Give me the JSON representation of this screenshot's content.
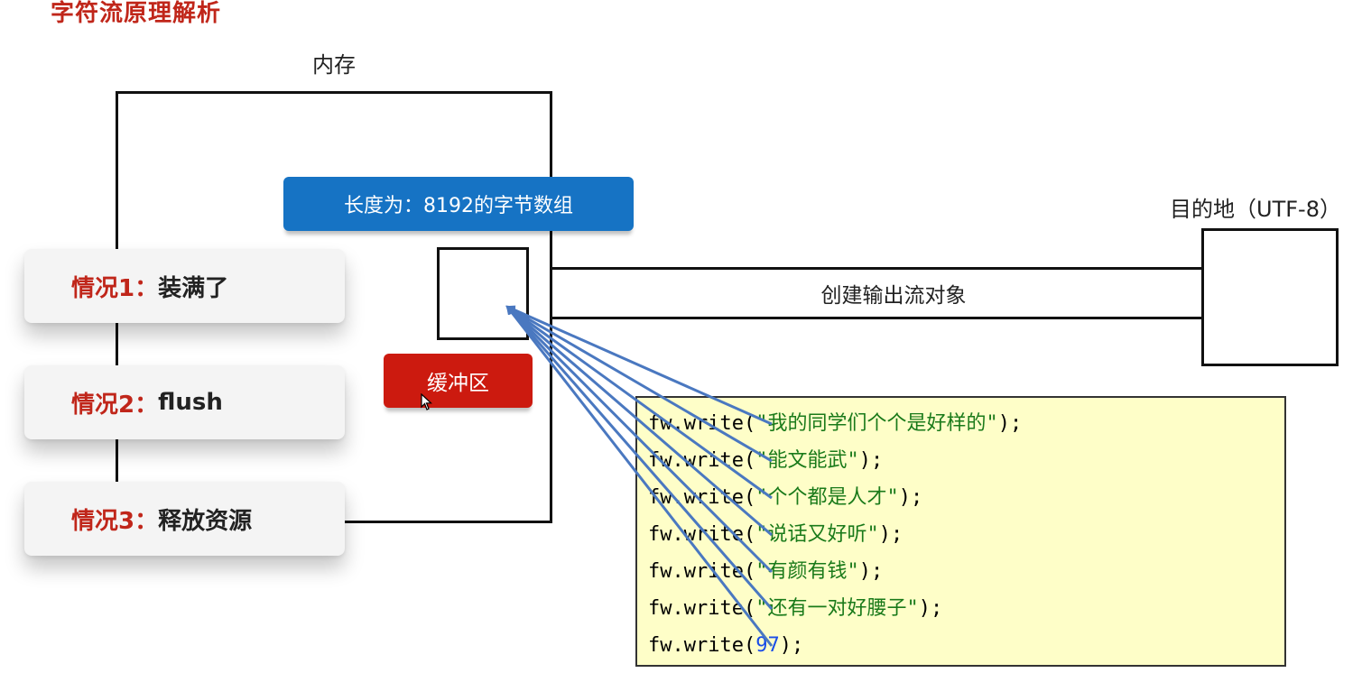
{
  "title": "字符流原理解析",
  "memory_label": "内存",
  "destination_label": "目的地（UTF-8）",
  "stream_label": "创建输出流对象",
  "buffer_array_label": "长度为：8192的字节数组",
  "buffer_label": "缓冲区",
  "cases": [
    {
      "name": "情况1：",
      "desc": "装满了"
    },
    {
      "name": "情况2：",
      "desc": "flush"
    },
    {
      "name": "情况3：",
      "desc": "释放资源"
    }
  ],
  "code_lines": [
    {
      "prefix": "fw.write(",
      "arg": "\"我的同学们个个是好样的\"",
      "suffix": ");",
      "arg_type": "string"
    },
    {
      "prefix": "fw.write(",
      "arg": "\"能文能武\"",
      "suffix": ");",
      "arg_type": "string"
    },
    {
      "prefix": "fw.write(",
      "arg": "\"个个都是人才\"",
      "suffix": ");",
      "arg_type": "string"
    },
    {
      "prefix": "fw.write(",
      "arg": "\"说话又好听\"",
      "suffix": ");",
      "arg_type": "string"
    },
    {
      "prefix": "fw.write(",
      "arg": "\"有颜有钱\"",
      "suffix": ");",
      "arg_type": "string"
    },
    {
      "prefix": "fw.write(",
      "arg": "\"还有一对好腰子\"",
      "suffix": ");",
      "arg_type": "string"
    },
    {
      "prefix": "fw.write(",
      "arg": "97",
      "suffix": ");",
      "arg_type": "number"
    }
  ],
  "colors": {
    "title_red": "#c0261a",
    "label_blue": "#1673c4",
    "buffer_red": "#cc1a0f",
    "arrow_blue": "#4a78c0",
    "code_bg": "#fefec8",
    "string_green": "#1a7a1a",
    "number_blue": "#1a4de8"
  }
}
